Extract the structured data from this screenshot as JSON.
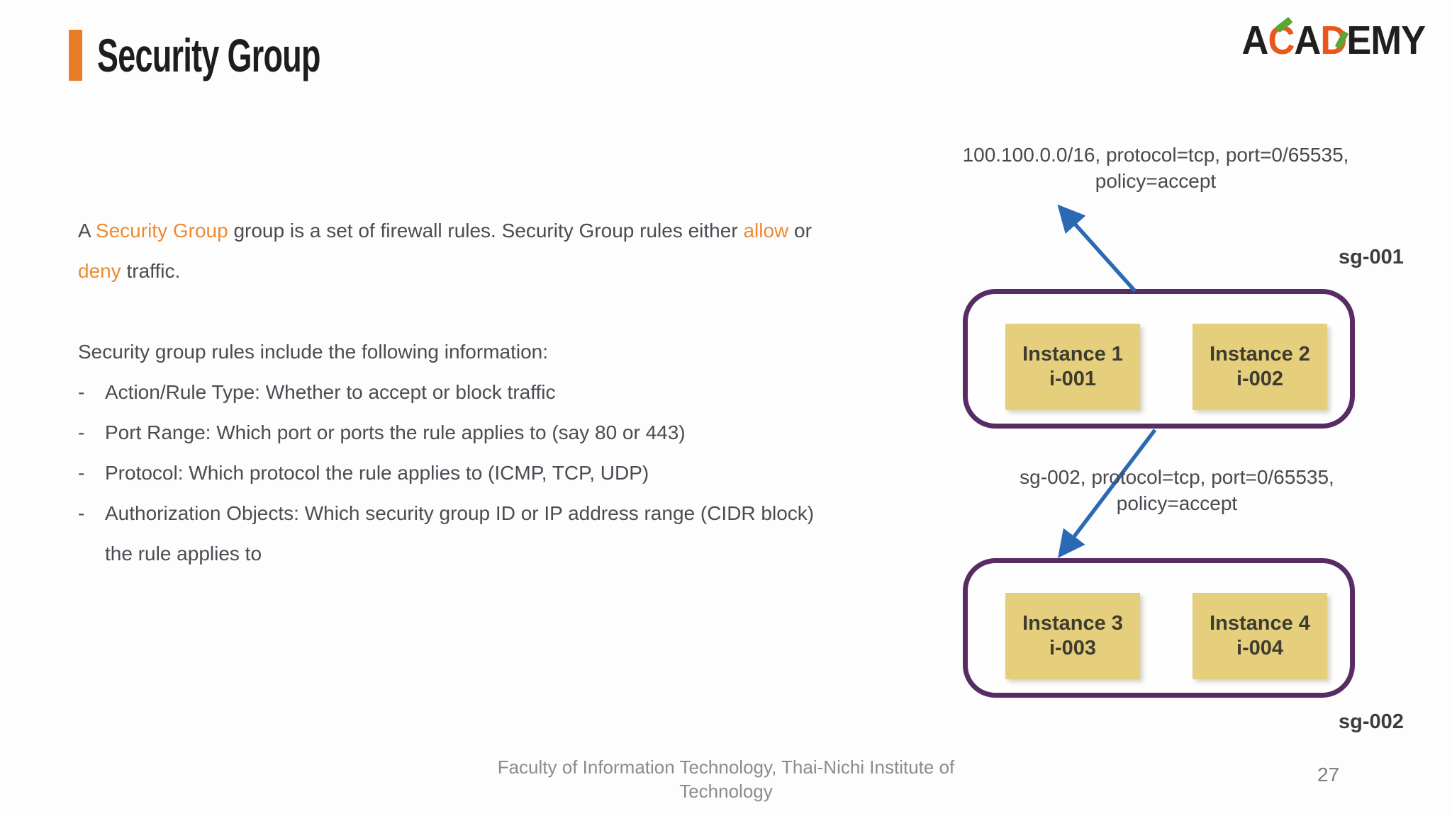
{
  "header": {
    "title": "Security Group",
    "accent_color": "#e87d26",
    "logo_accent_green": "#5aa734",
    "logo_letters": [
      {
        "ch": "A",
        "color": "#1f1f1d"
      },
      {
        "ch": "C",
        "color": "#e8581d"
      },
      {
        "ch": "A",
        "color": "#1f1f1d"
      },
      {
        "ch": "D",
        "color": "#e8581d"
      },
      {
        "ch": "E",
        "color": "#1f1f1d"
      },
      {
        "ch": "M",
        "color": "#1f1f1d"
      },
      {
        "ch": "Y",
        "color": "#1f1f1d"
      }
    ]
  },
  "body": {
    "highlight_color": "#ed8b33",
    "intro_lines": [
      [
        {
          "text": "A "
        },
        {
          "text": "Security Group",
          "color": "#ed8b33"
        },
        {
          "text": " group is a set of firewall rules. Security Group rules either "
        },
        {
          "text": "allow",
          "color": "#ed8b33"
        },
        {
          "text": " or"
        }
      ],
      [
        {
          "text": "deny",
          "color": "#ed8b33"
        },
        {
          "text": " traffic."
        }
      ]
    ],
    "list_intro": "Security group rules include the following information:",
    "bullet_marker": "-",
    "bullets": [
      {
        "lines": [
          "Action/Rule Type: Whether to accept or block traffic"
        ]
      },
      {
        "lines": [
          "Port Range: Which port or ports the rule applies to (say 80 or 443)"
        ]
      },
      {
        "lines": [
          "Protocol: Which protocol the rule applies to (ICMP, TCP, UDP)"
        ]
      },
      {
        "lines": [
          "Authorization Objects: Which security group ID or IP address range (CIDR block)",
          "the rule applies to"
        ]
      }
    ]
  },
  "diagram": {
    "top_rule_label": [
      "100.100.0.0/16, protocol=tcp, port=0/65535,",
      "policy=accept"
    ],
    "mid_rule_label": [
      "sg-002, protocol=tcp, port=0/65535,",
      "policy=accept"
    ],
    "groups": [
      {
        "label": "sg-001",
        "instances": [
          {
            "name": "Instance 1",
            "id": "i-001"
          },
          {
            "name": "Instance 2",
            "id": "i-002"
          }
        ]
      },
      {
        "label": "sg-002",
        "instances": [
          {
            "name": "Instance 3",
            "id": "i-003"
          },
          {
            "name": "Instance 4",
            "id": "i-004"
          }
        ]
      }
    ],
    "colors": {
      "group_border": "#582c63",
      "instance_fill": "#e5cf7d",
      "arrow": "#2a6ab5"
    }
  },
  "footer": {
    "lines": [
      "Faculty of Information Technology, Thai-Nichi Institute of",
      "Technology"
    ],
    "page_number": "27"
  }
}
